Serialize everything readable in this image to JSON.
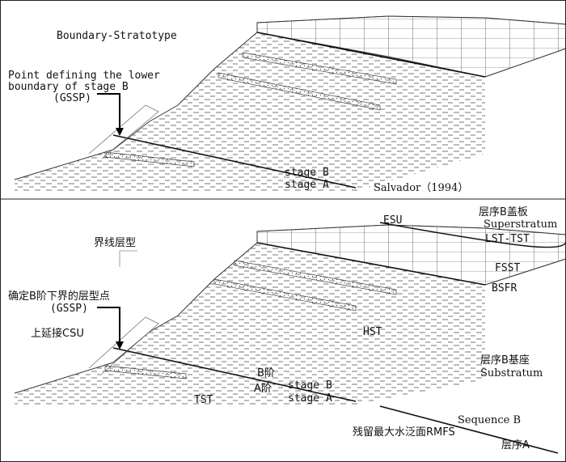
{
  "top_panel": {
    "boundary_stratotype": "Boundary-Stratotype",
    "point_line1": "Point defining the lower",
    "point_line2": "boundary of stage B",
    "gssp": "(GSSP)",
    "stage_b": "stage B",
    "stage_a": "stage A",
    "citation": "Salvador（1994）"
  },
  "bottom_panel": {
    "boundary_stratotype": "界线层型",
    "point_label": "确定B阶下界的层型点",
    "gssp": "(GSSP)",
    "csu": "上延接CSU",
    "esu": "ESU",
    "superstratum_cn": "层序B盖板",
    "superstratum_en": "Superstratum",
    "lst_tst": "LST-TST",
    "fsst": "FSST",
    "bsfr": "BSFR",
    "hst": "HST",
    "substratum_cn": "层序B基座",
    "substratum_en": "Substratum",
    "b_stage_cn": "B阶",
    "a_stage_cn": "A阶",
    "stage_b": "stage B",
    "stage_a": "stage A",
    "tst": "TST",
    "sequence_b": "Sequence B",
    "rmfs": "残留最大水泛面RMFS",
    "sequence_cn": "层序A"
  }
}
